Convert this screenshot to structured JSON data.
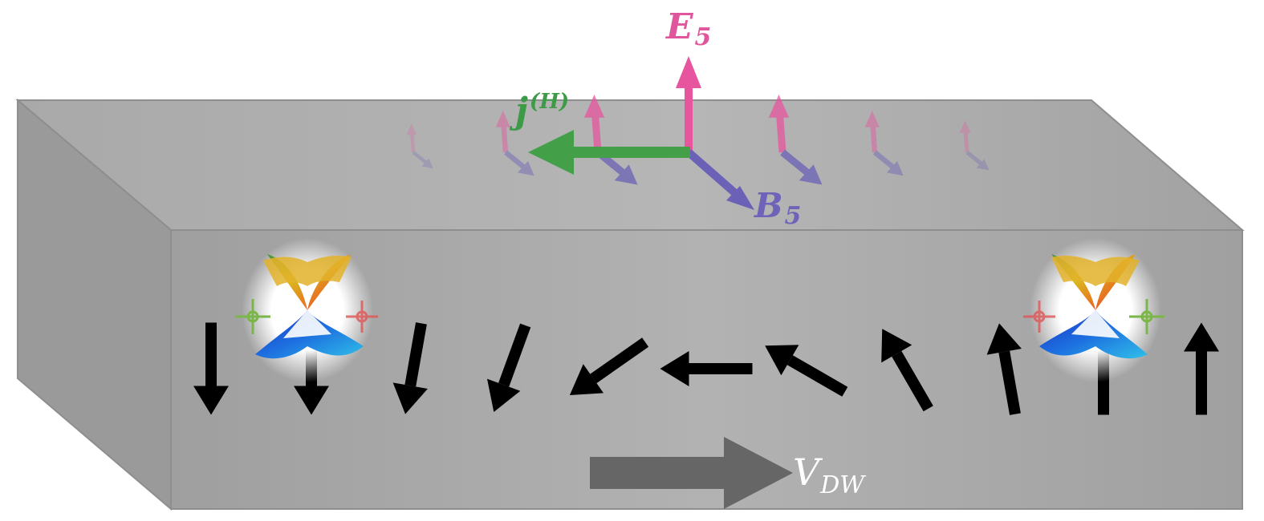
{
  "labels": {
    "e5_main": "E",
    "e5_sub": "5",
    "b5_main": "B",
    "b5_sub": "5",
    "j_main": "j",
    "j_sup": "(H)",
    "v_main": "V",
    "v_sub": "DW"
  },
  "colors": {
    "e_field": "#e6559e",
    "b_field": "#6b61b6",
    "hall_current": "#43a048",
    "spin": "#000000",
    "velocity": "#666666",
    "slab_front": "#a8a8a8",
    "slab_top": "#b0b0b0",
    "slab_side": "#9c9c9c"
  },
  "spin_angles_deg": [
    -90,
    -90,
    -100,
    -110,
    -145,
    180,
    150,
    120,
    100,
    90,
    90
  ],
  "weyl_cones": [
    "left-cone",
    "right-cone"
  ]
}
